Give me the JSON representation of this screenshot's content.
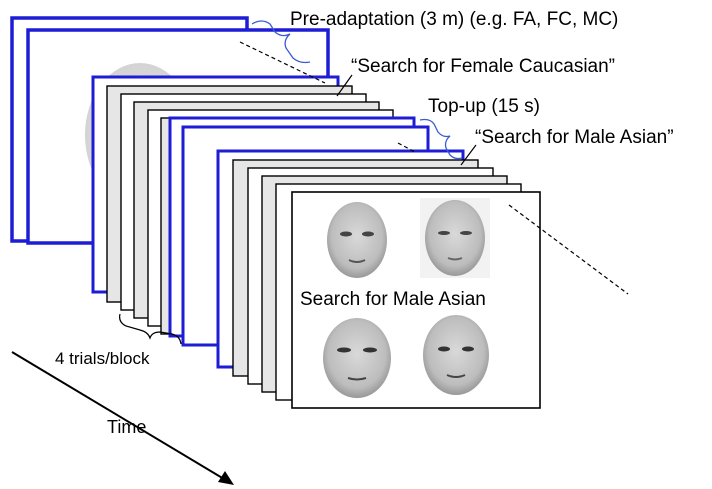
{
  "labels": {
    "pre_adaptation": "Pre-adaptation (3 m) (e.g. FA, FC, MC)",
    "search_female_caucasian": "“Search for Female Caucasian”",
    "top_up": "Top-up (15 s)",
    "search_male_asian_quote": "“Search for Male Asian”",
    "search_male_asian_center": "Search for Male Asian",
    "trials_per_block": "4 trials/block",
    "time": "Time"
  },
  "colors": {
    "adaptation_frame": "#1d1dd6",
    "trial_frame": "#000000",
    "trial_fill": "#e6e6e6",
    "brace": "#3b5bd6"
  },
  "faces": [
    {
      "name": "female-caucasian-face"
    },
    {
      "name": "female-asian-face"
    },
    {
      "name": "male-asian-face"
    },
    {
      "name": "male-caucasian-face"
    }
  ]
}
